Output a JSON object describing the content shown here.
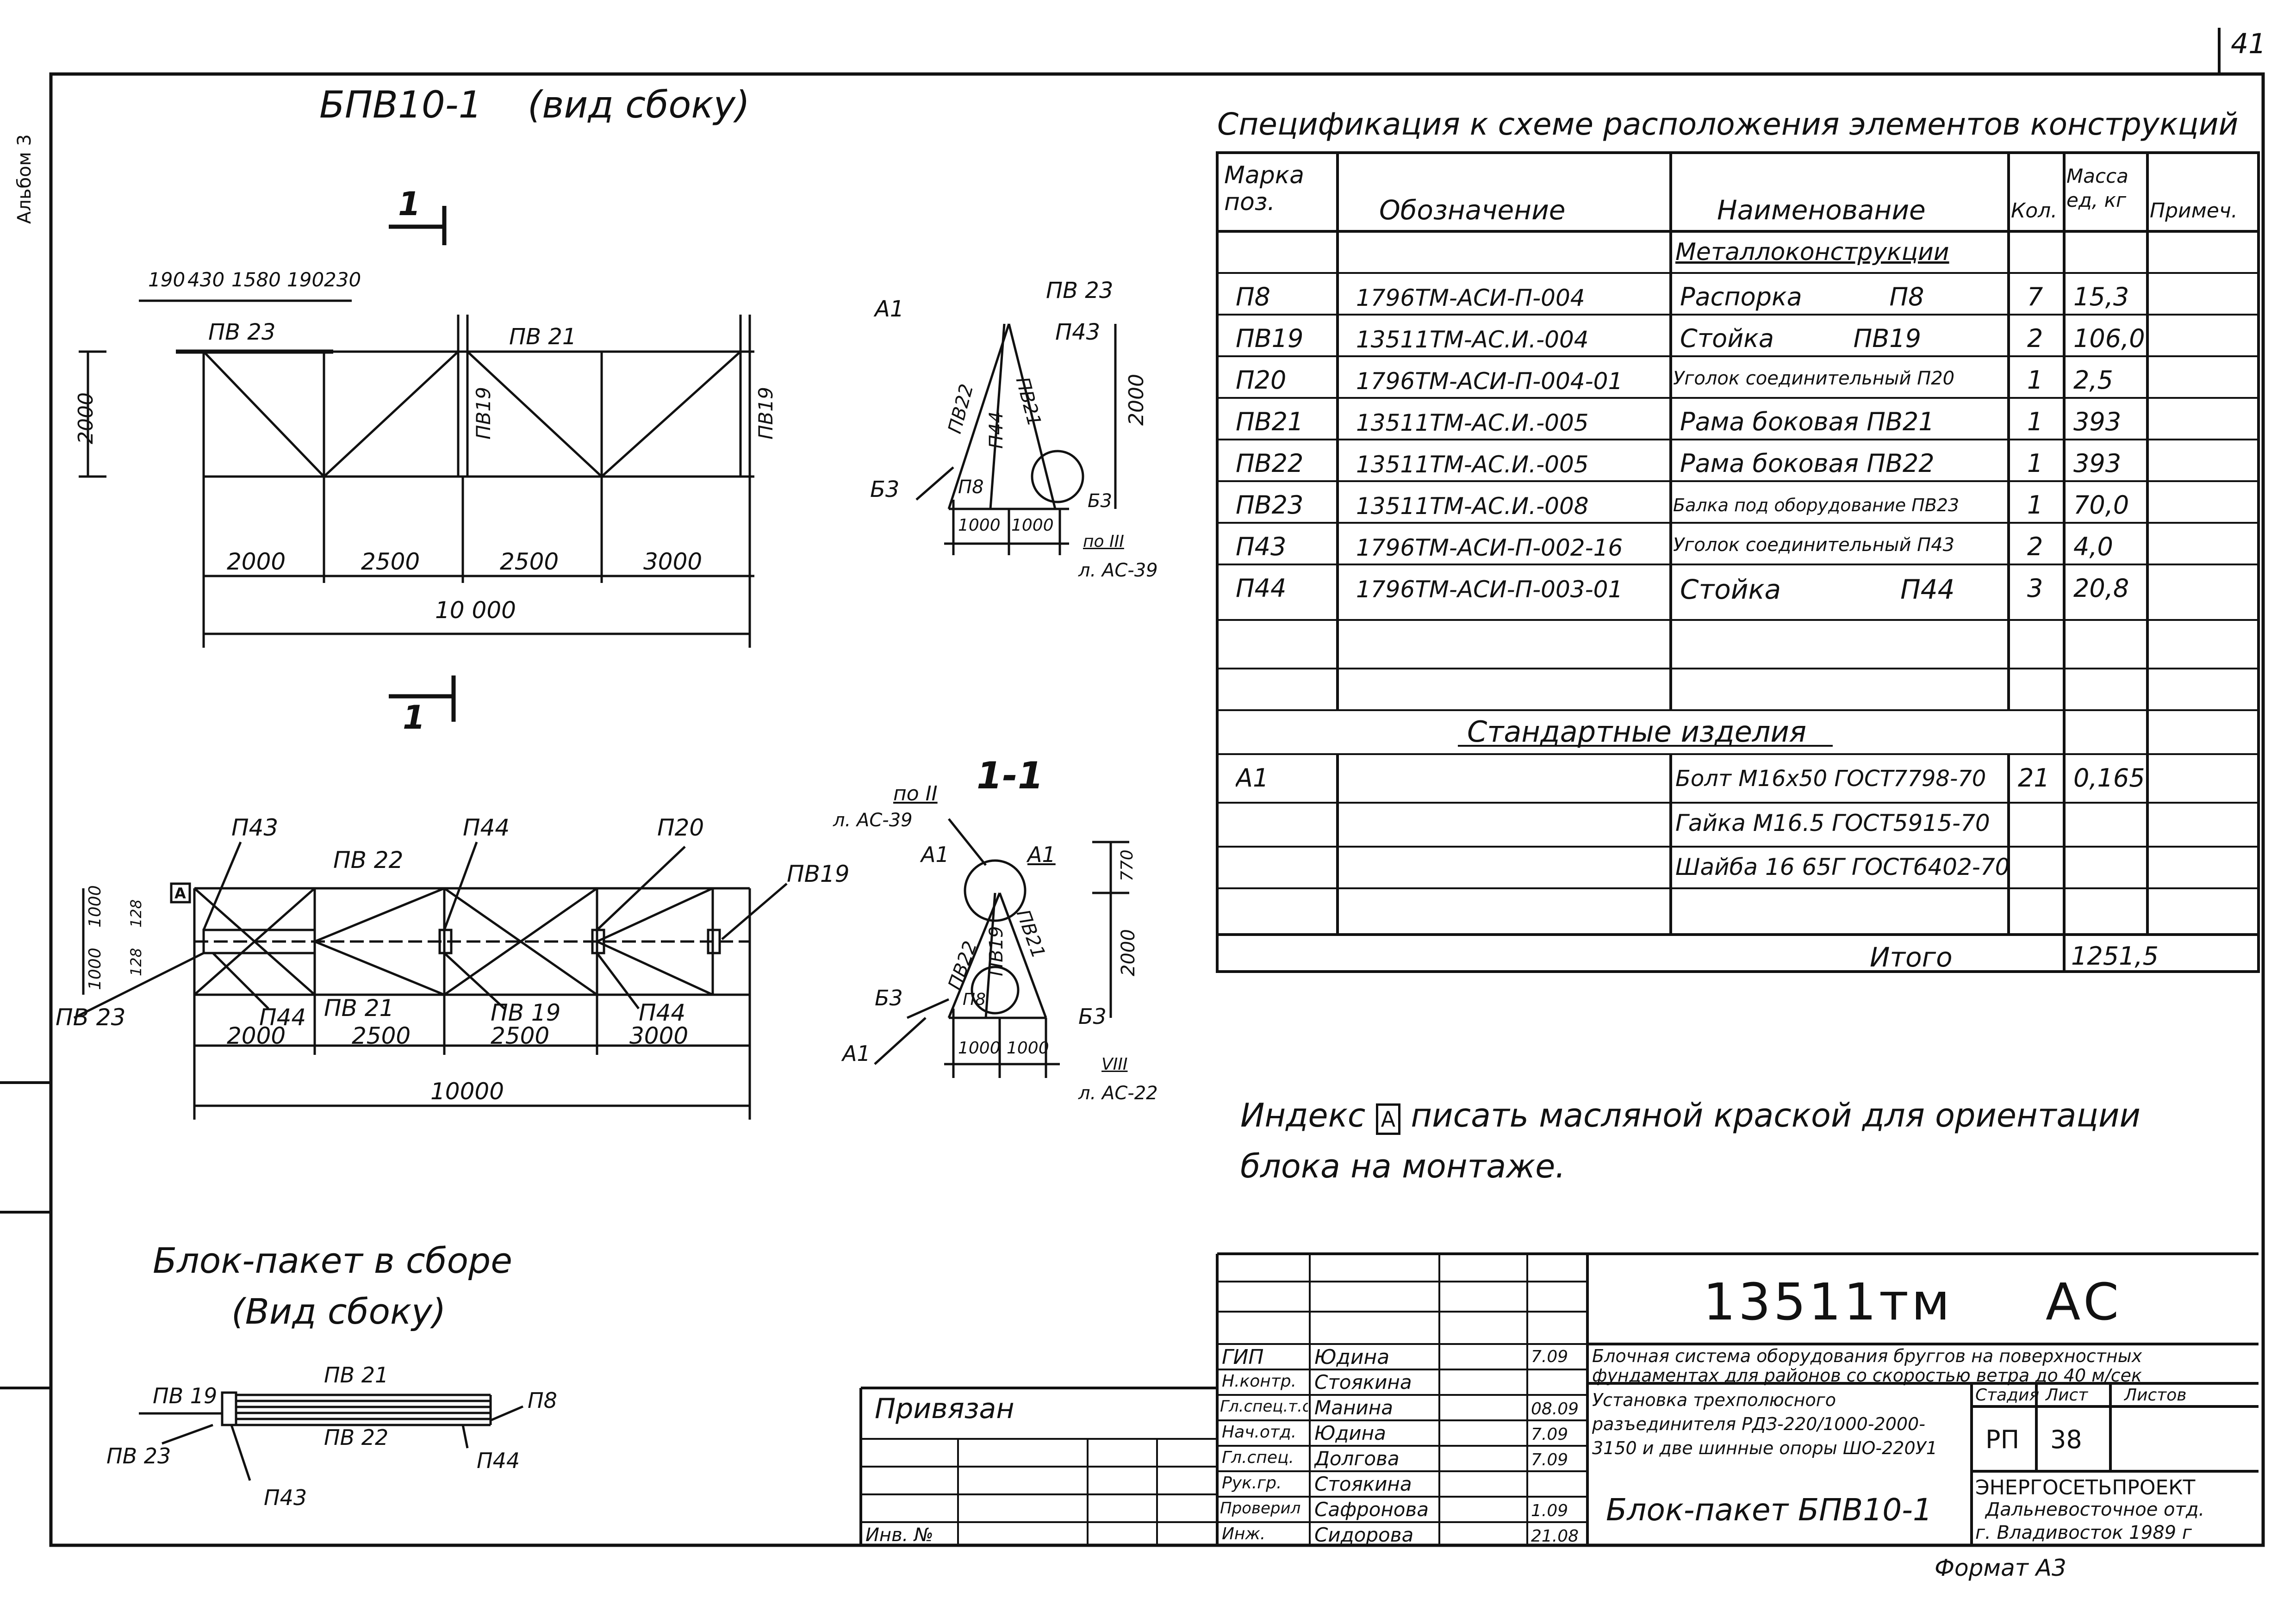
{
  "page_number": "41",
  "left_margin_labels": [
    "Альбом 3"
  ],
  "side_view": {
    "title": "БПВ10-1",
    "subtitle": "(вид сбоку)",
    "section_mark": "1",
    "top_dims": [
      "190",
      "430",
      "1580",
      "190",
      "230"
    ],
    "member_labels": [
      "ПВ 23",
      "ПВ 21",
      "ПВ19",
      "ПВ19"
    ],
    "height_dim": "2000",
    "span_dims": [
      "2000",
      "2500",
      "2500",
      "3000"
    ],
    "total_dim": "10 000"
  },
  "section_top": {
    "labels": [
      "А1",
      "ПВ 23",
      "П43",
      "Б3",
      "ПВ22",
      "П44",
      "ПВ21",
      "П8",
      "Б3"
    ],
    "dims": [
      "2000",
      "1000",
      "1000"
    ],
    "ref_node": "по III",
    "ref_sheet": "л. АС-39"
  },
  "plan_view": {
    "labels": [
      "П43",
      "П44",
      "П20",
      "ПВ 22",
      "ПВ19",
      "ПВ 23",
      "П44",
      "ПВ 21",
      "ПВ 19",
      "П44"
    ],
    "index_mark": "А",
    "left_dims": [
      "1000",
      "1000",
      "128",
      "128"
    ],
    "span_dims": [
      "2000",
      "2500",
      "2500",
      "3000"
    ],
    "total_dim": "10000"
  },
  "section_1_1": {
    "title": "1-1",
    "ref_node": "по II",
    "ref_sheet": "л. АС-39",
    "labels": [
      "А1",
      "А1",
      "ПВ22",
      "ПВ19",
      "ПВ21",
      "Б3",
      "П8",
      "Б3",
      "А1"
    ],
    "dims": [
      "770",
      "2000",
      "1000",
      "1000"
    ],
    "ref_node2": "VIII",
    "ref_sheet2": "л. АС-22"
  },
  "assembled": {
    "title_line1": "Блок-пакет в сборе",
    "title_line2": "(Вид сбоку)",
    "labels": [
      "ПВ 19",
      "ПВ 21",
      "П8",
      "ПВ 22",
      "ПВ 23",
      "П44",
      "П43"
    ]
  },
  "spec": {
    "title": "Спецификация к схеме расположения элементов конструкций",
    "headers": [
      "Марка поз.",
      "Обозначение",
      "Наименование",
      "Кол.",
      "Масса ед, кг",
      "Примеч."
    ],
    "section1": "Металлоконструкции",
    "rows": [
      {
        "mark": "П8",
        "designation": "1796ТМ-АСИ-П-004",
        "name": "Распорка           П8",
        "qty": "7",
        "mass": "15,3"
      },
      {
        "mark": "ПВ19",
        "designation": "13511ТМ-АС.И.-004",
        "name": "Стойка          ПВ19",
        "qty": "2",
        "mass": "106,0"
      },
      {
        "mark": "П20",
        "designation": "1796ТМ-АСИ-П-004-01",
        "name": "Уголок соединительный П20",
        "qty": "1",
        "mass": "2,5"
      },
      {
        "mark": "ПВ21",
        "designation": "13511ТМ-АС.И.-005",
        "name": "Рама боковая ПВ21",
        "qty": "1",
        "mass": "393"
      },
      {
        "mark": "ПВ22",
        "designation": "13511ТМ-АС.И.-005",
        "name": "Рама боковая ПВ22",
        "qty": "1",
        "mass": "393"
      },
      {
        "mark": "ПВ23",
        "designation": "13511ТМ-АС.И.-008",
        "name": "Балка под оборудование ПВ23",
        "qty": "1",
        "mass": "70,0"
      },
      {
        "mark": "П43",
        "designation": "1796ТМ-АСИ-П-002-16",
        "name": "Уголок соединительный П43",
        "qty": "2",
        "mass": "4,0"
      },
      {
        "mark": "П44",
        "designation": "1796ТМ-АСИ-П-003-01",
        "name": "Стойка              П44",
        "qty": "3",
        "mass": "20,8"
      }
    ],
    "section2": "Стандартные изделия",
    "std_rows": [
      {
        "mark": "А1",
        "name": "Болт М16х50 ГОСТ7798-70",
        "qty": "21",
        "mass": "0,165"
      },
      {
        "mark": "",
        "name": "Гайка М16.5 ГОСТ5915-70",
        "qty": "",
        "mass": ""
      },
      {
        "mark": "",
        "name": "Шайба 16 65Г ГОСТ6402-70",
        "qty": "",
        "mass": ""
      }
    ],
    "total_label": "Итого",
    "total_value": "1251,5"
  },
  "note": {
    "line1": "Индекс",
    "index": "А",
    "line1_rest": "писать масляной краской для ориентации",
    "line2": "блока на монтаже."
  },
  "title_block": {
    "code": "13511тм",
    "suffix": "АС",
    "project_desc": "Блочная система оборудования бруггов на поверхностных фундаментах для районов со скоростью ветра до 40 м/сек",
    "drawing_desc": "Установка трехполюсного разъединителя РДЗ-220/1000-2000-3150 и две шинные опоры ШО-220У1",
    "sheet_title": "Блок-пакет БПВ10-1",
    "stage_header": "Стадия",
    "sheet_header": "Лист",
    "sheets_header": "Листов",
    "stage": "РП",
    "sheet": "38",
    "org_line1": "ЭНЕРГОСЕТЬПРОЕКТ",
    "org_line2": "Дальневосточное отд.",
    "org_line3": "г. Владивосток 1989 г",
    "format": "Формат А3",
    "signatures": [
      {
        "role": "ГИП",
        "name": "Юдина",
        "date": "7.09"
      },
      {
        "role": "Н.контр.",
        "name": "Стоякина",
        "date": ""
      },
      {
        "role": "Гл.спец.т.о.",
        "name": "Манина",
        "date": "08.09"
      },
      {
        "role": "Нач.отд.",
        "name": "Юдина",
        "date": "7.09"
      },
      {
        "role": "Гл.спец.",
        "name": "Долгова",
        "date": "7.09"
      },
      {
        "role": "Рук.гр.",
        "name": "Стоякина",
        "date": ""
      },
      {
        "role": "Проверил",
        "name": "Сафронова",
        "date": "1.09"
      },
      {
        "role": "Инж.",
        "name": "Сидорова",
        "date": "21.08"
      }
    ],
    "bound_label": "Привязан",
    "inv_label": "Инв. №"
  }
}
